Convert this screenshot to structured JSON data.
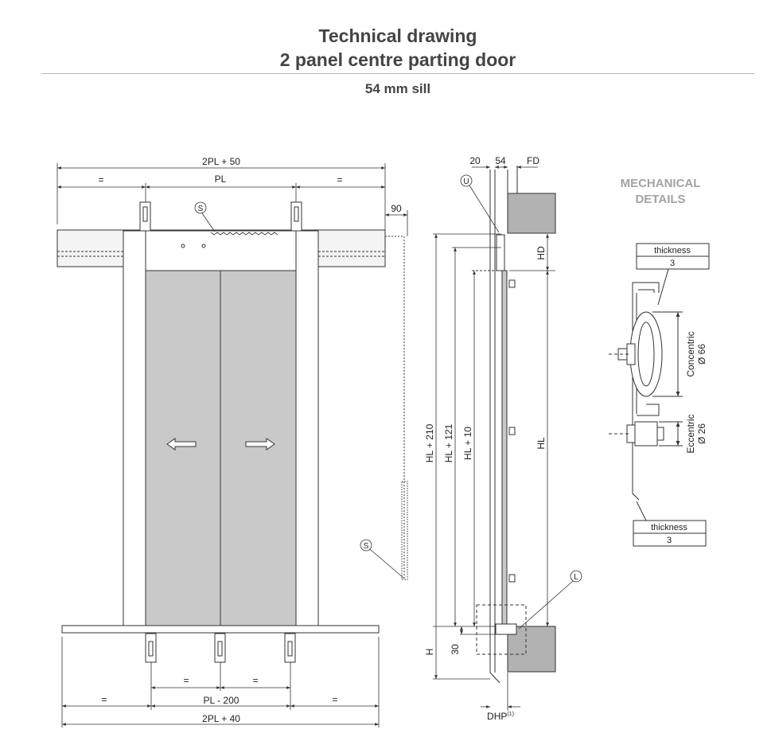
{
  "header": {
    "title_line1": "Technical drawing",
    "title_line2": "2 panel centre parting door",
    "subtitle": "54 mm sill"
  },
  "front_view": {
    "dims_top": {
      "overall": "2PL + 50",
      "left_eq": "=",
      "center": "PL",
      "right_eq": "=",
      "side": "90"
    },
    "dims_bottom": {
      "left_eq": "=",
      "center": "PL - 200",
      "right_eq": "=",
      "mid_left_eq": "=",
      "mid_right_eq": "=",
      "overall": "2PL + 40"
    },
    "label_s_top": "S",
    "label_s_side": "S"
  },
  "section_view": {
    "top_dims": {
      "a": "20",
      "b": "54",
      "c": "FD"
    },
    "label_u": "U",
    "label_l": "L",
    "vertical_dims": {
      "hl_210": "HL + 210",
      "hl_121": "HL + 121",
      "hl_10": "HL + 10",
      "hl": "HL",
      "hd": "HD",
      "h": "H",
      "d30": "30"
    },
    "bottom_dim": "DHP",
    "bottom_dim_sup": "(1)"
  },
  "mechanical_details": {
    "heading_line1": "MECHANICAL",
    "heading_line2": "DETAILS",
    "top_box": {
      "label": "thickness",
      "value": "3"
    },
    "bottom_box": {
      "label": "thickness",
      "value": "3"
    },
    "concentric": {
      "label": "Concentric",
      "value": "Ø 66"
    },
    "eccentric": {
      "label": "Eccentric",
      "value": "Ø 26"
    }
  },
  "colors": {
    "panel": "#c9c9c9",
    "block": "#b2b2b2",
    "line": "#333333",
    "heading_gray": "#a3a3a3"
  }
}
